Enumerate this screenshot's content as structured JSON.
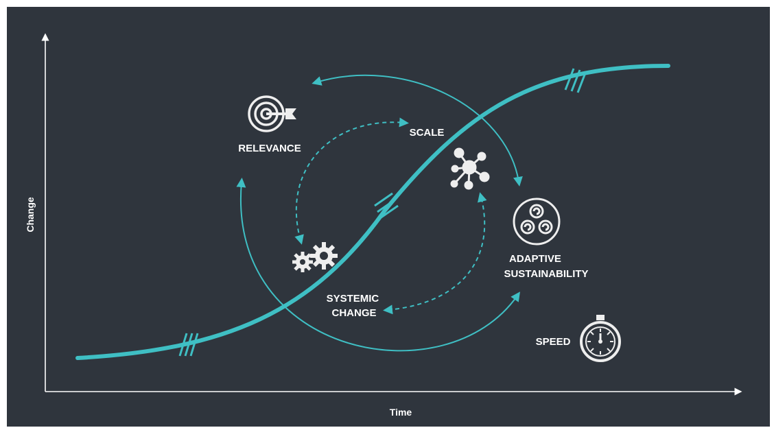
{
  "axes": {
    "x_label": "Time",
    "y_label": "Change"
  },
  "labels": {
    "relevance": "RELEVANCE",
    "scale": "SCALE",
    "systemic_change": [
      "SYSTEMIC",
      "CHANGE"
    ],
    "adaptive_sustainability": [
      "ADAPTIVE",
      "SUSTAINABILITY"
    ],
    "speed": "SPEED"
  },
  "icons": {
    "relevance": "target-icon",
    "scale": "network-icon",
    "systemic_change": "gears-icon",
    "adaptive_sustainability": "triple-spiral-icon",
    "speed": "stopwatch-icon"
  },
  "colors": {
    "background": "#2f353d",
    "teal": "#3fbfc4",
    "icon": "#eeeeee",
    "frame": "#ffffff"
  }
}
